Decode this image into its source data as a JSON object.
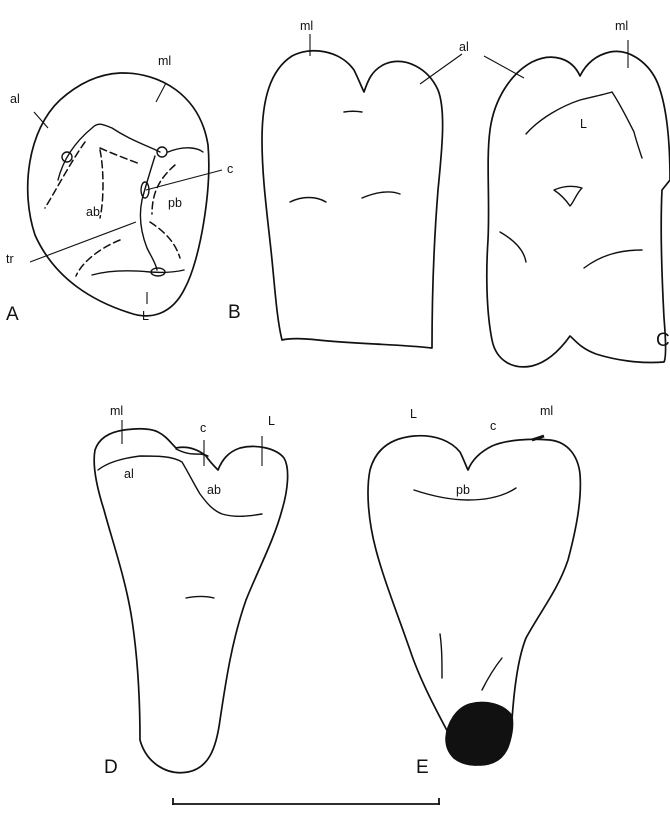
{
  "figure": {
    "panels": {
      "A": {
        "letter": "A",
        "labels": {
          "al": "al",
          "ml": "ml",
          "c": "c",
          "ab": "ab",
          "pb": "pb",
          "tr": "tr",
          "L": "L"
        }
      },
      "B": {
        "letter": "B",
        "labels": {
          "ml": "ml",
          "al": "al"
        }
      },
      "C": {
        "letter": "C",
        "labels": {
          "ml": "ml",
          "L": "L"
        }
      },
      "D": {
        "letter": "D",
        "labels": {
          "ml": "ml",
          "c": "c",
          "L": "L",
          "al": "al",
          "ab": "ab"
        }
      },
      "E": {
        "letter": "E",
        "labels": {
          "L": "L",
          "c": "c",
          "ml": "ml",
          "pb": "pb"
        }
      }
    },
    "colors": {
      "ink": "#111111",
      "background": "#ffffff"
    }
  }
}
